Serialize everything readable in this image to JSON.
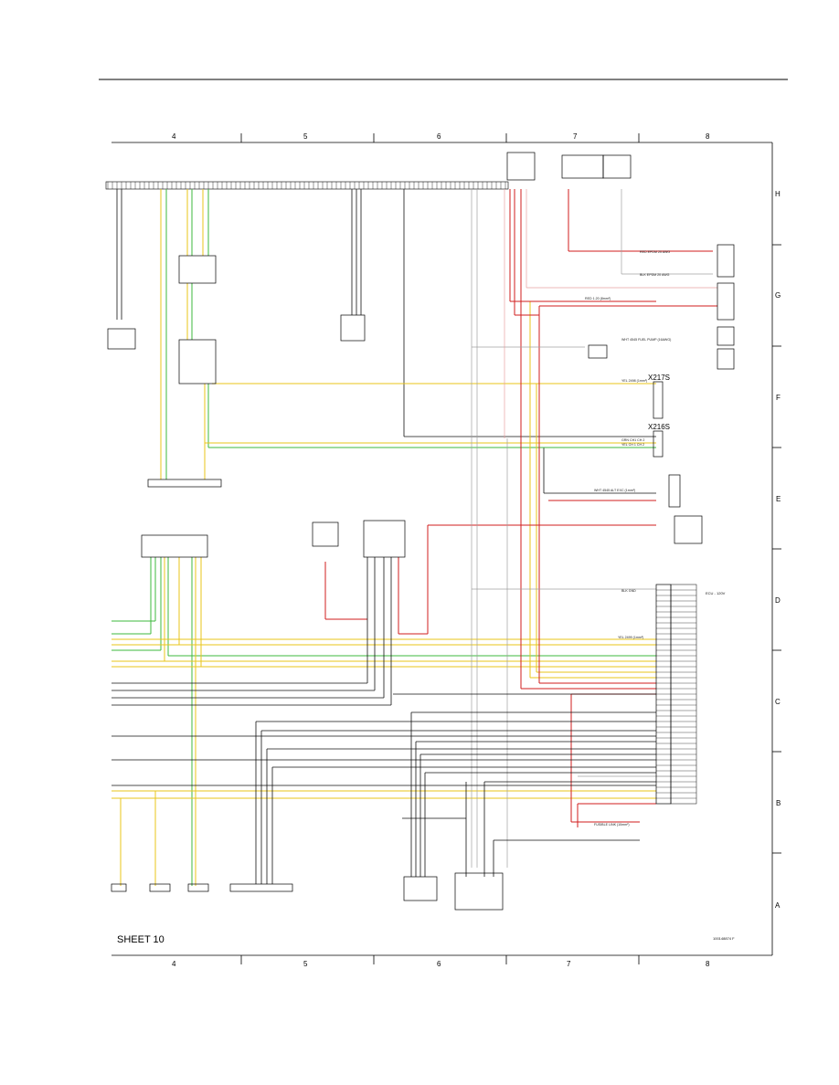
{
  "sheet_label": "SHEET 10",
  "drawing_number": "100148874 F",
  "grid": {
    "columns": [
      "4",
      "5",
      "6",
      "7",
      "8"
    ],
    "rows": [
      "H",
      "G",
      "F",
      "E",
      "D",
      "C",
      "B",
      "A"
    ]
  },
  "connectors": {
    "x217s": "X217S",
    "x216s": "X216S",
    "ecu_label": "ECU - 120V"
  },
  "wire_labels": {
    "red_1_20": "RED 1.20 (8mm²)",
    "red_epdm": "RED EPDM 20 AWG",
    "blk_epdm": "BLK EPDM 20 AWG",
    "yel_2498": "YEL 2498 (1mm²)",
    "yel_2499": "YEL 2499 (1mm²)",
    "grn_ch2": "GRN CH1 CH 2",
    "yel_ch1": "YEL CH 1 CH 2",
    "wht_fuel": "WHT 4545 ALT EXC (1mm²)",
    "wht_pump": "WHT 4545 FUEL PUMP (16AWG)",
    "blk_gnd": "BLK GND",
    "fusible": "FUSIBLE LINK (10mm²)"
  },
  "colors": {
    "red": "#d21d1d",
    "yellow": "#e8c61a",
    "green": "#3db83d",
    "black": "#111111",
    "gray": "#9a9a9a",
    "pink": "#e8a0a0"
  }
}
